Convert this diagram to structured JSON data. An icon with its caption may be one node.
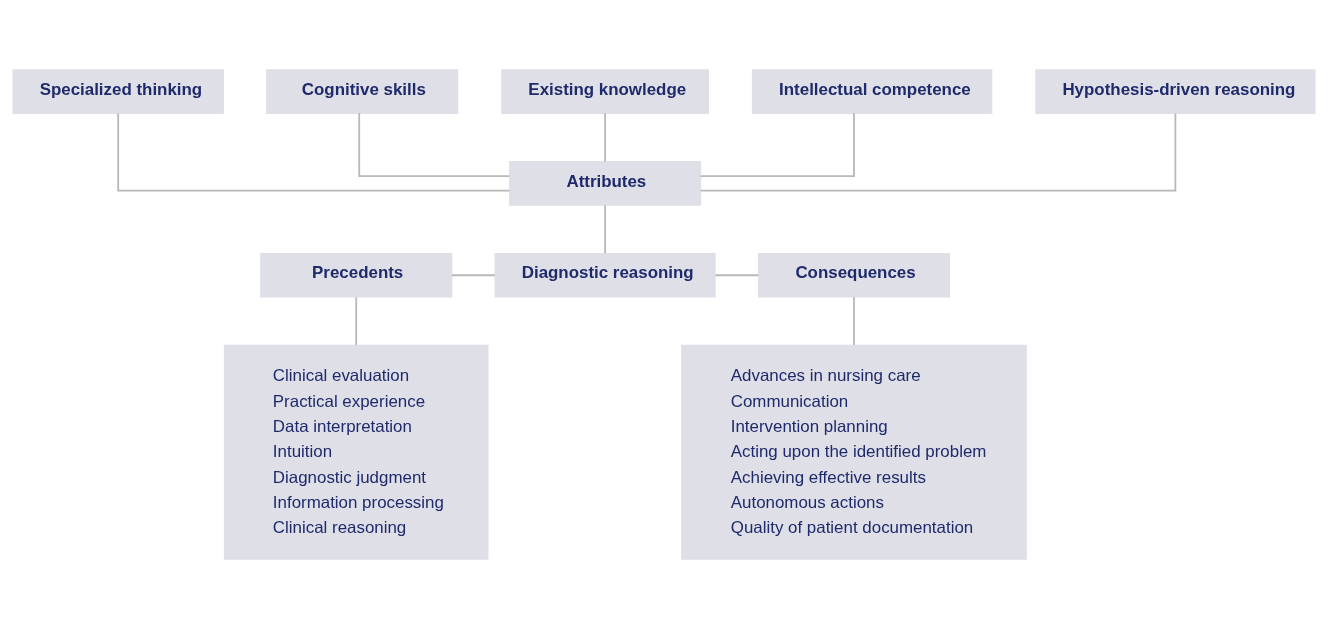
{
  "diagram": {
    "nodes": [
      {
        "text": [
          "Specialized thinking"
        ]
      },
      {
        "text": [
          "Cognitive skills"
        ]
      },
      {
        "text": [
          "Existing knowledge"
        ]
      },
      {
        "text": [
          "Intellectual competence"
        ]
      },
      {
        "text": [
          "Hypothesis-driven reasoning"
        ]
      },
      {
        "text": [
          "Attributes"
        ]
      },
      {
        "text": [
          "Precedents"
        ]
      },
      {
        "text": [
          "Diagnostic reasoning"
        ]
      },
      {
        "text": [
          "Consequences"
        ]
      },
      {
        "text": [
          "Clinical evaluation",
          "Practical experience",
          "Data interpretation",
          "Intuition",
          "Diagnostic judgment",
          "Information processing",
          "Clinical reasoning"
        ]
      },
      {
        "text": [
          "Advances in nursing care",
          "Communication",
          "Intervention planning",
          "Acting upon the identified problem",
          "Achieving effective results",
          "Autonomous actions",
          "Quality of patient documentation"
        ]
      }
    ],
    "edges": [
      {
        "from": 0,
        "to": 5,
        "arrow": "none"
      },
      {
        "from": 1,
        "to": 5,
        "arrow": "none"
      },
      {
        "from": 2,
        "to": 5,
        "arrow": "none"
      },
      {
        "from": 3,
        "to": 5,
        "arrow": "none"
      },
      {
        "from": 4,
        "to": 5,
        "arrow": "none"
      },
      {
        "from": 5,
        "to": 7,
        "arrow": "none"
      },
      {
        "from": 6,
        "to": 7,
        "arrow": "none"
      },
      {
        "from": 7,
        "to": 8,
        "arrow": "none"
      },
      {
        "from": 6,
        "to": 9,
        "arrow": "none"
      },
      {
        "from": 8,
        "to": 10,
        "arrow": "none"
      }
    ]
  }
}
